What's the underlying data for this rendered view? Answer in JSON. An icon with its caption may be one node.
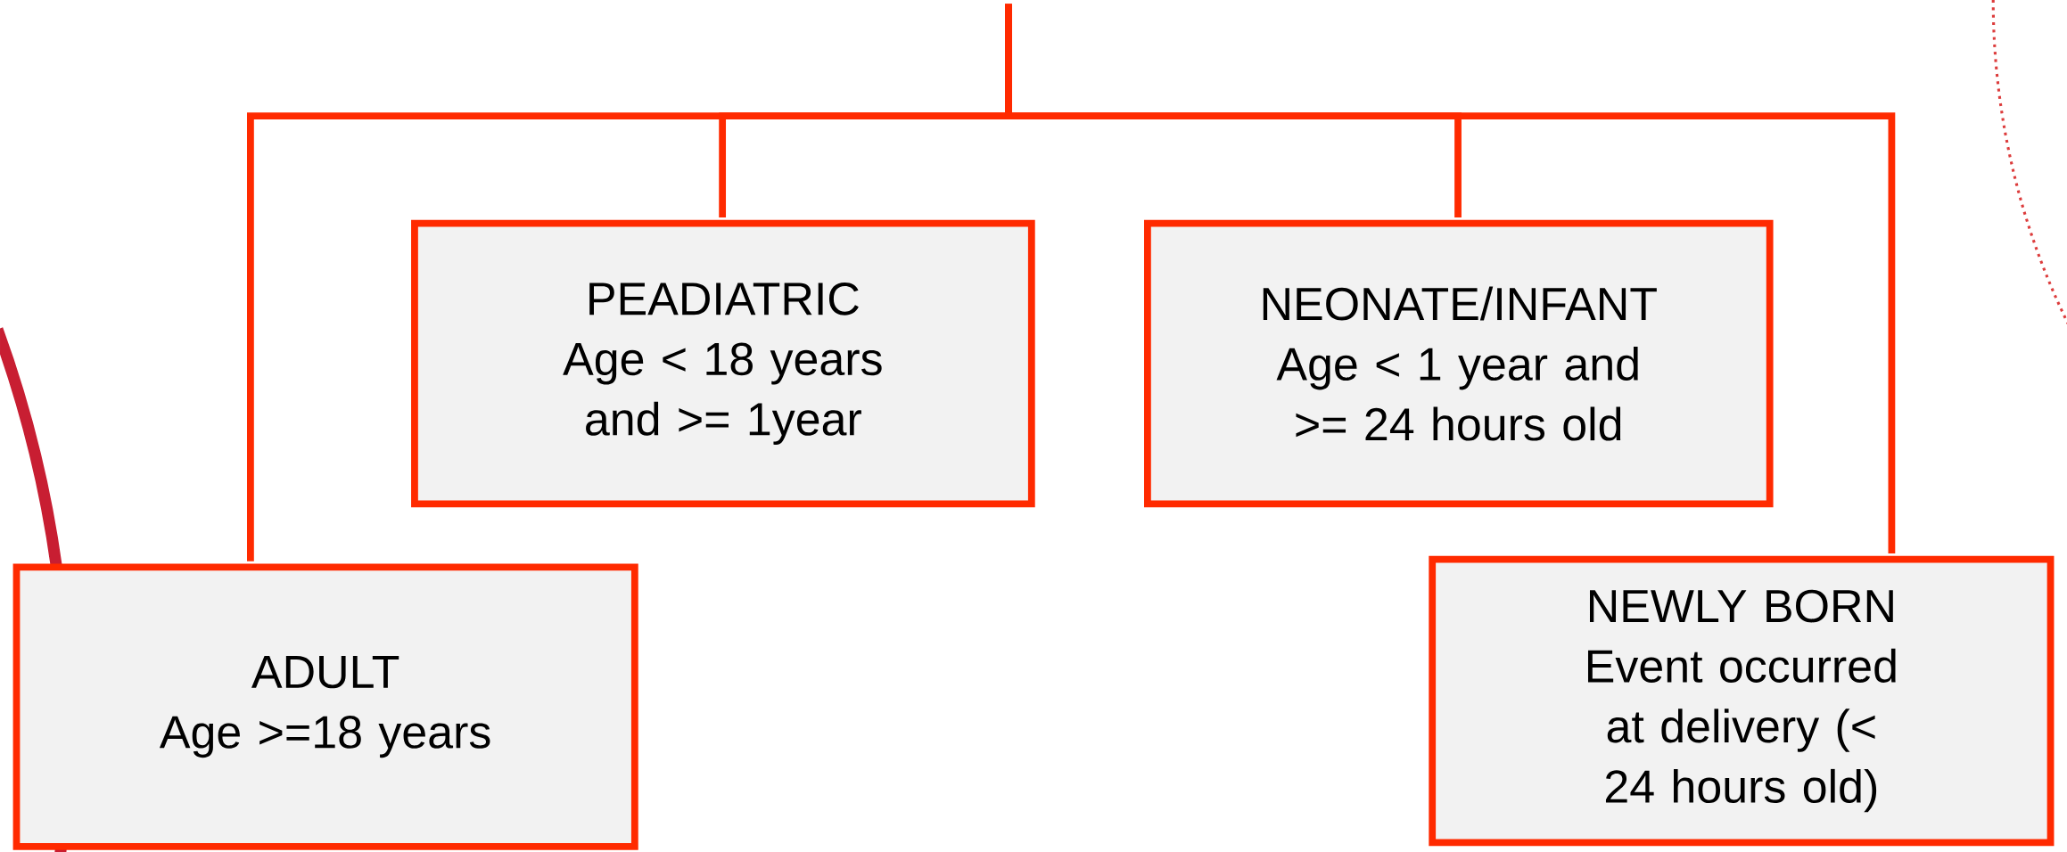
{
  "diagram": {
    "nodes": [
      {
        "text": [
          "PEADIATRIC",
          "Age < 18 years and >= 1year"
        ]
      },
      {
        "text": [
          "NEONATE/INFANT",
          "Age < 1 year and >= 24 hours old"
        ]
      },
      {
        "text": [
          "ADULT",
          "Age >=18 years"
        ]
      },
      {
        "text": [
          "NEWLY BORN",
          "Event occurred at delivery (< 24 hours old)"
        ]
      }
    ],
    "edges": [
      {
        "from": null,
        "to": 0,
        "arrow": "none"
      },
      {
        "from": null,
        "to": 1,
        "arrow": "none"
      },
      {
        "from": null,
        "to": 2,
        "arrow": "none"
      },
      {
        "from": null,
        "to": 3,
        "arrow": "none"
      }
    ]
  }
}
